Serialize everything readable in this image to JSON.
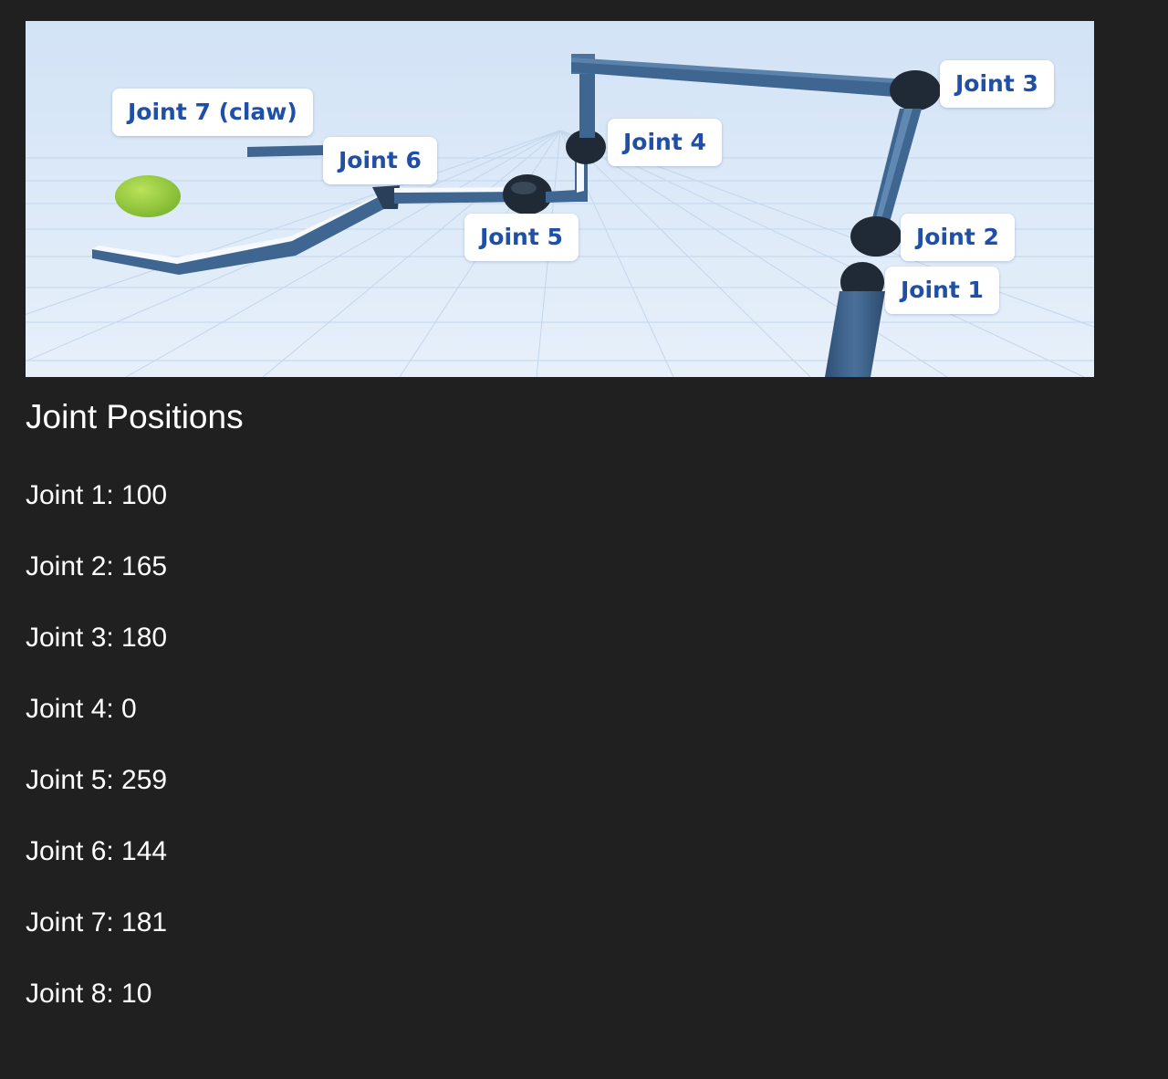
{
  "scene": {
    "labels": {
      "joint3": "Joint 3",
      "joint7": "Joint 7 (claw)",
      "joint4": "Joint 4",
      "joint6": "Joint 6",
      "joint5": "Joint 5",
      "joint2": "Joint 2",
      "joint1": "Joint 1"
    },
    "colors": {
      "background": "#d6e6f7",
      "arm": "#3f6690",
      "joint": "#1f2a36",
      "label_text": "#1f4fa6",
      "ball": "#8cc63a"
    }
  },
  "panel": {
    "title": "Joint Positions",
    "joints": [
      {
        "label": "Joint 1: 100"
      },
      {
        "label": "Joint 2: 165"
      },
      {
        "label": "Joint 3: 180"
      },
      {
        "label": "Joint 4: 0"
      },
      {
        "label": "Joint 5: 259"
      },
      {
        "label": "Joint 6: 144"
      },
      {
        "label": "Joint 7: 181"
      },
      {
        "label": "Joint 8: 10"
      }
    ]
  }
}
